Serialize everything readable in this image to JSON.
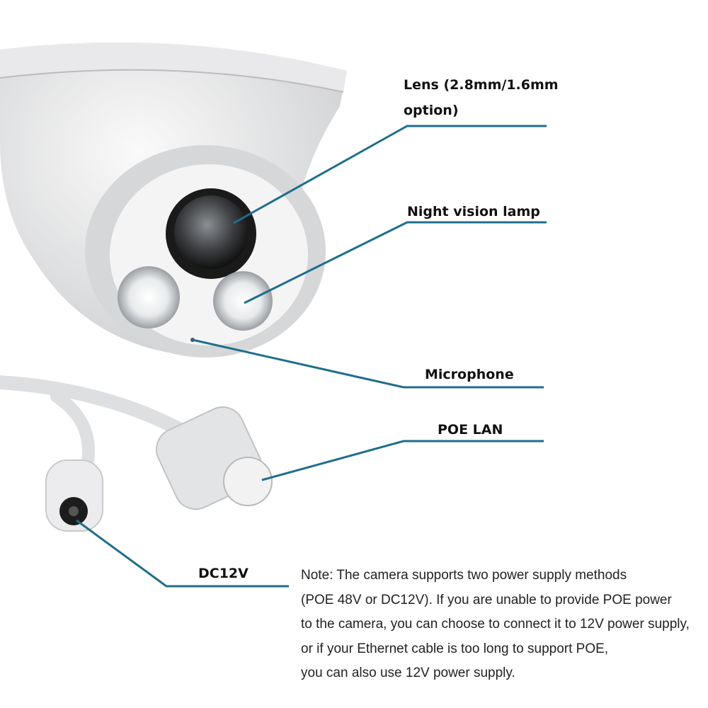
{
  "labels": {
    "lens_line1": "Lens (2.8mm/1.6mm",
    "lens_line2": "option)",
    "night_vision": "Night vision lamp",
    "microphone": "Microphone",
    "poe_lan": "POE LAN",
    "dc12v": "DC12V"
  },
  "note": {
    "lines": [
      "Note: The camera supports two power supply methods",
      "(POE 48V or DC12V). If you are unable to provide POE power",
      "to the camera, you can choose to connect it to 12V power supply,",
      "or if your Ethernet cable is too long to support POE,",
      "you can also use 12V power supply."
    ]
  },
  "colors": {
    "leader_line": "#1f6e8c",
    "text": "#111111"
  }
}
